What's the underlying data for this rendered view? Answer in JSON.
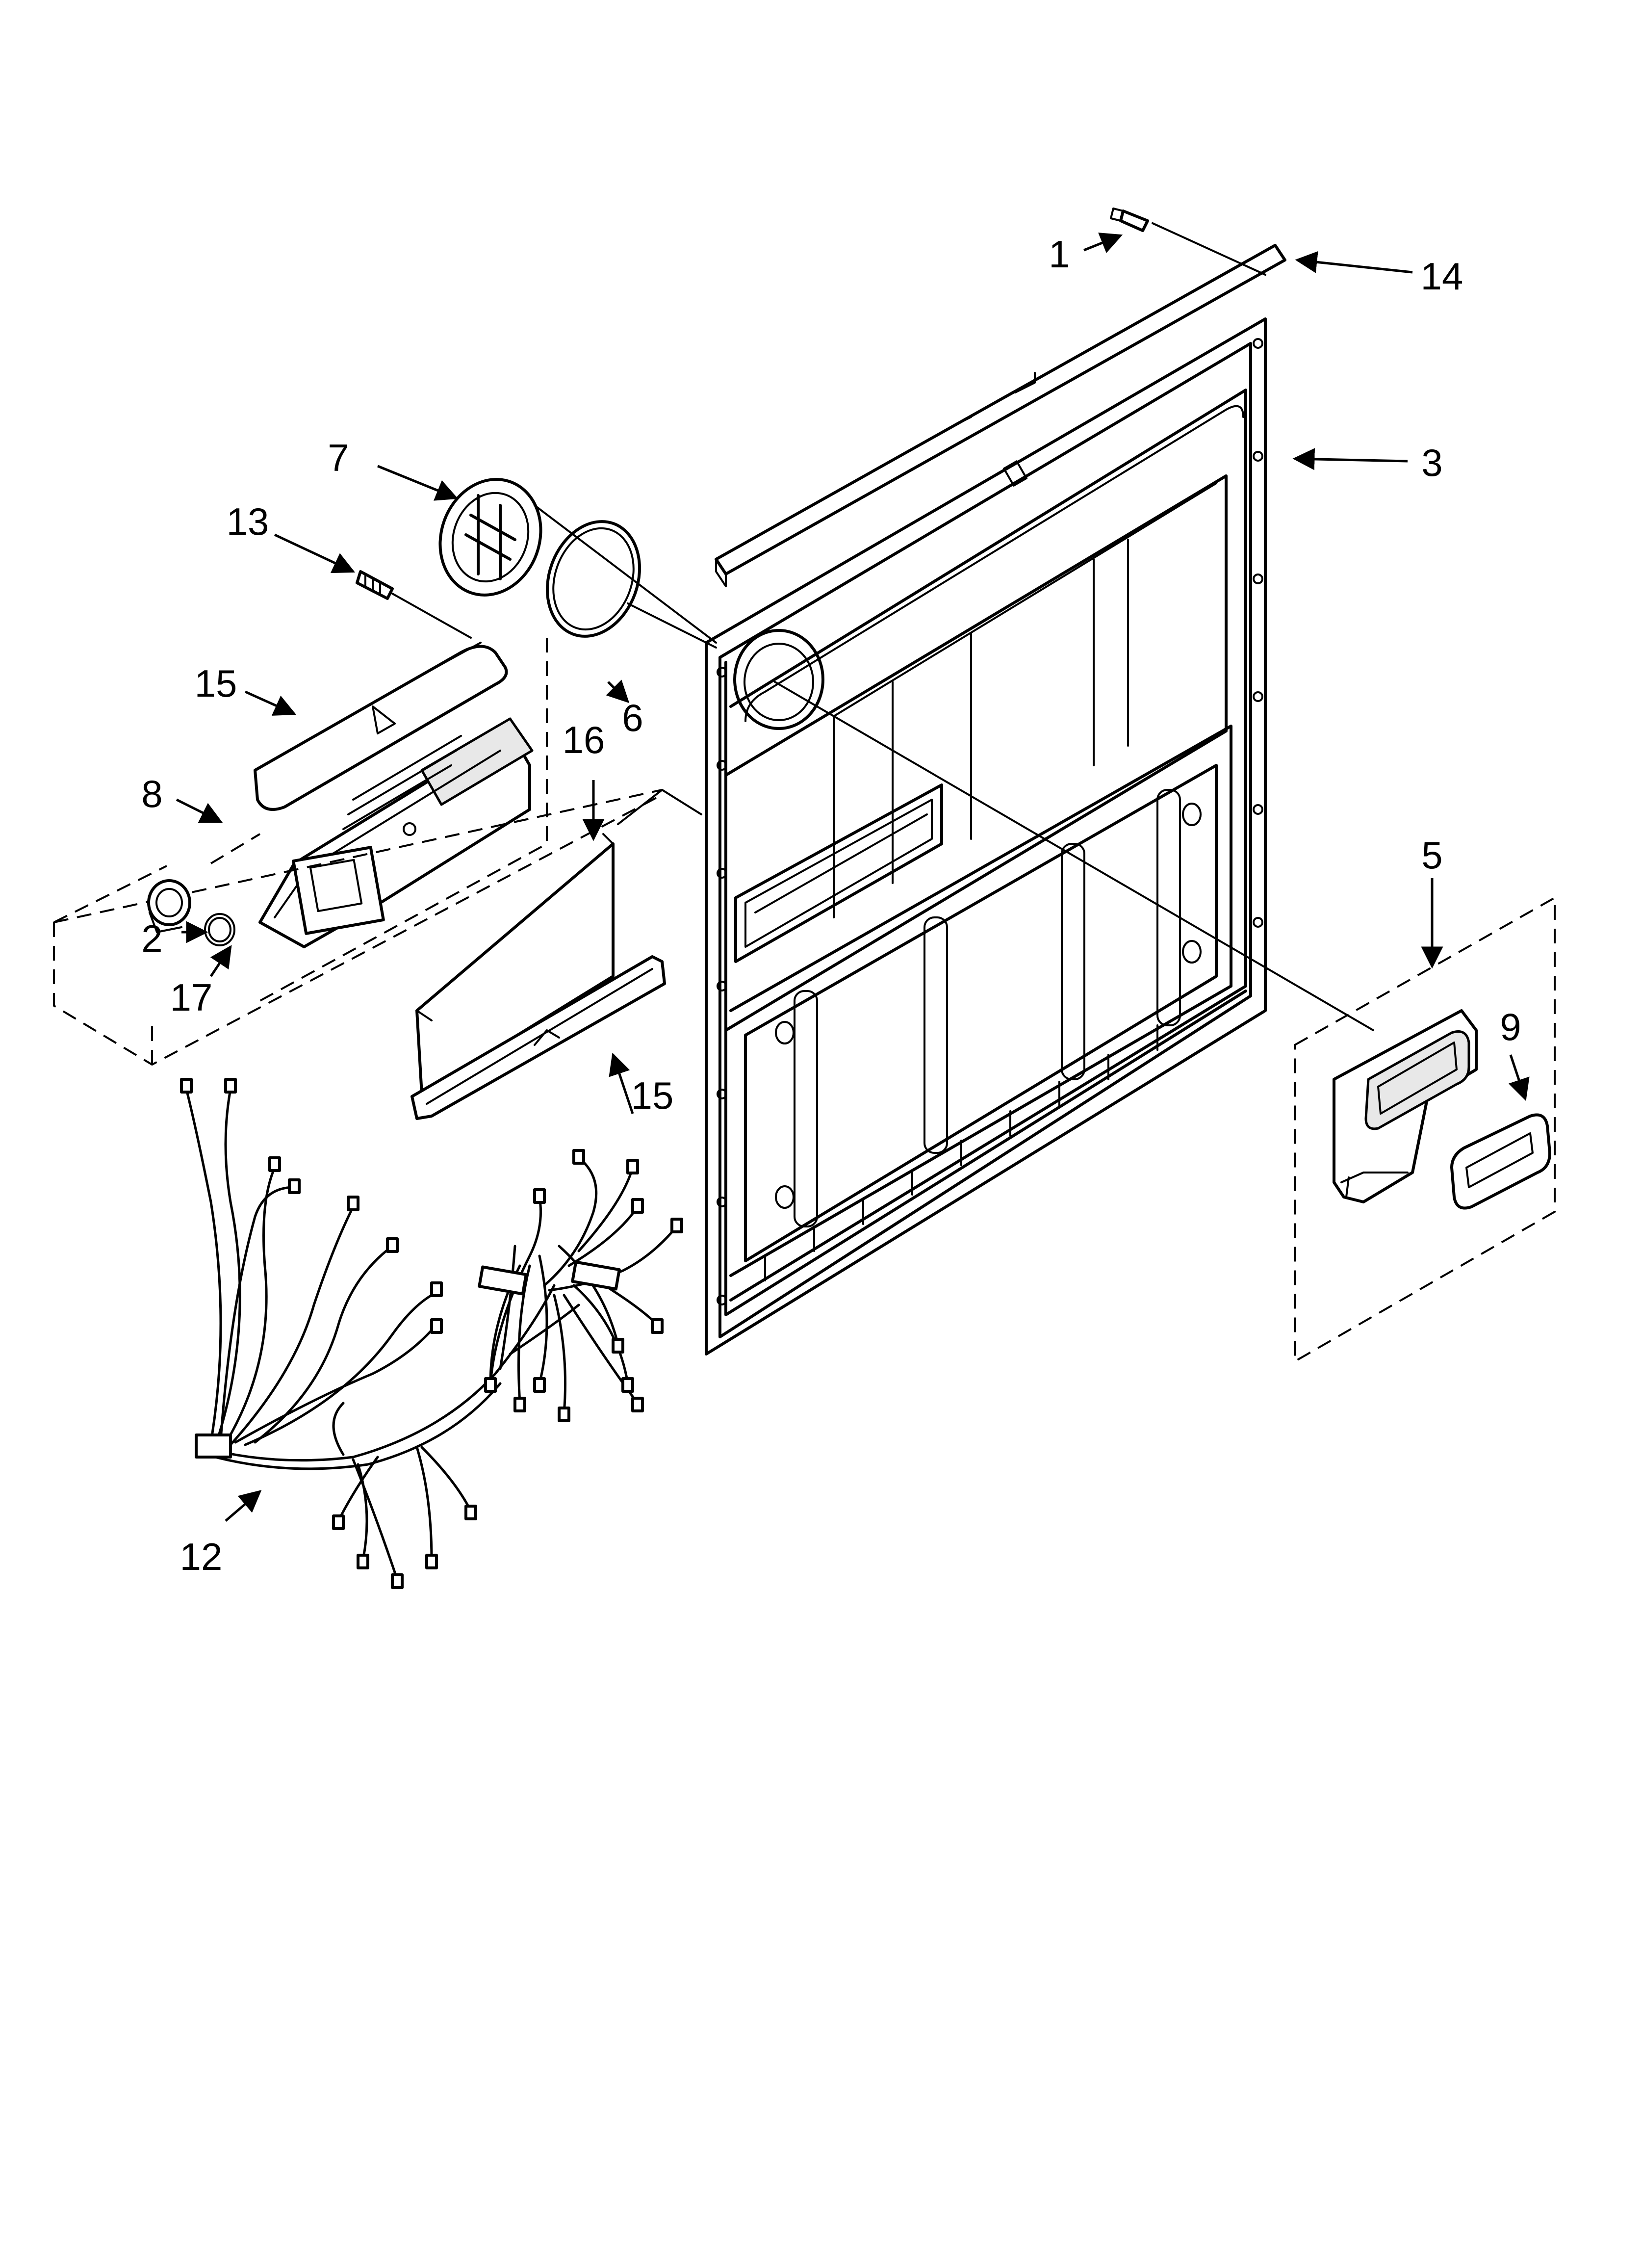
{
  "callouts": [
    {
      "id": "1",
      "label": "1"
    },
    {
      "id": "2",
      "label": "2"
    },
    {
      "id": "3",
      "label": "3"
    },
    {
      "id": "5",
      "label": "5"
    },
    {
      "id": "6",
      "label": "6"
    },
    {
      "id": "7",
      "label": "7"
    },
    {
      "id": "8",
      "label": "8"
    },
    {
      "id": "9",
      "label": "9"
    },
    {
      "id": "12",
      "label": "12"
    },
    {
      "id": "13",
      "label": "13"
    },
    {
      "id": "14",
      "label": "14"
    },
    {
      "id": "15a",
      "label": "15"
    },
    {
      "id": "15b",
      "label": "15"
    },
    {
      "id": "16",
      "label": "16"
    },
    {
      "id": "17",
      "label": "17"
    }
  ],
  "colors": {
    "line": "#000000",
    "background": "#ffffff",
    "shade": "#e8e8e8"
  }
}
